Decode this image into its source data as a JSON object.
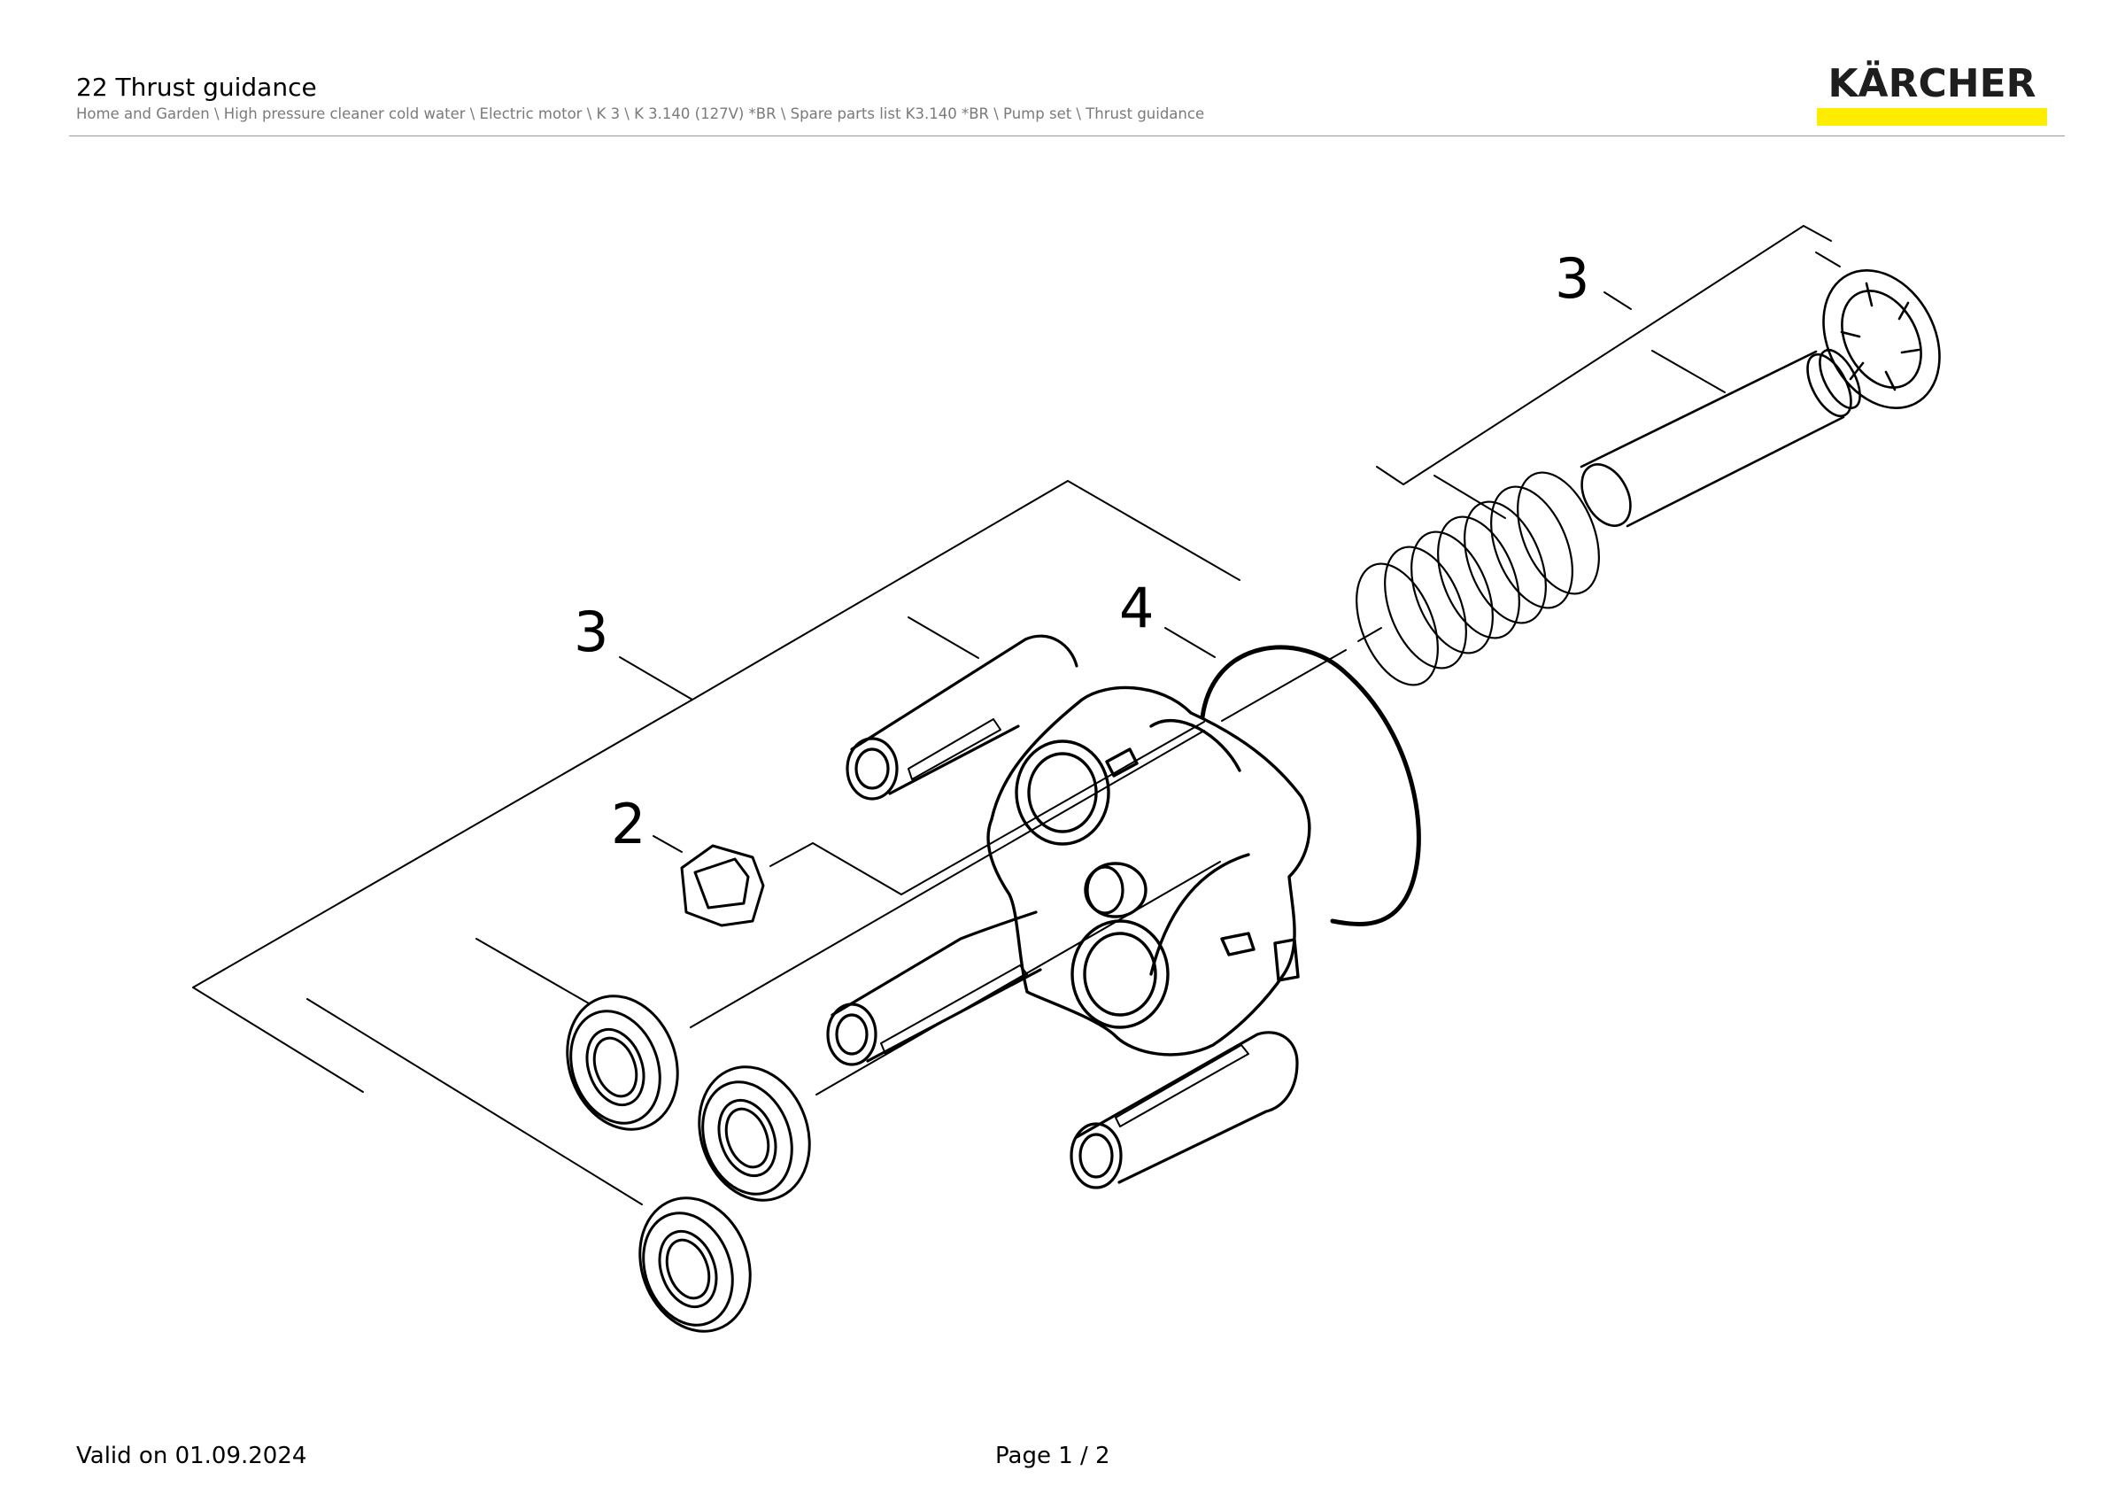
{
  "header": {
    "title": "22 Thrust guidance",
    "breadcrumb": "Home and Garden \\ High pressure cleaner cold water \\ Electric motor \\ K 3 \\ K 3.140 (127V) *BR \\ Spare parts list K3.140 *BR \\ Pump set \\ Thrust guidance",
    "logo_text": "KÄRCHER",
    "logo_accent_color": "#ffed00"
  },
  "drawing": {
    "callouts": {
      "left_group": "3",
      "right_group": "3",
      "seal": "2",
      "o_ring": "4"
    }
  },
  "footer": {
    "valid_on": "Valid on 01.09.2024",
    "page": "Page 1 / 2"
  }
}
